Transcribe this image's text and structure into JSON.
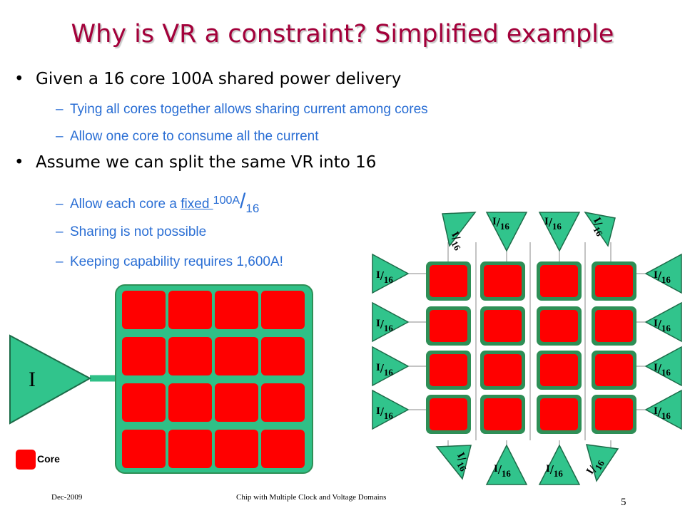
{
  "slide": {
    "title": "Why is VR a constraint? Simplified example",
    "bullets": {
      "b1": "Given a 16 core 100A shared power delivery",
      "b1_sub1": "Tying all cores together allows sharing current among cores",
      "b1_sub2": "Allow  one core to consume all the current",
      "b2": "Assume we can split the same VR into 16",
      "b2_sub1_prefix": "Allow each core a ",
      "b2_sub1_fixed": "fixed ",
      "b2_sub1_num": "100A",
      "b2_sub1_slash": "/",
      "b2_sub1_den": "16",
      "b2_sub2": "Sharing is not possible",
      "b2_sub3": "Keeping capability requires 1,600A!"
    },
    "bullet_glyph": "•",
    "dash_glyph": "–"
  },
  "diagram": {
    "vr_label": "I",
    "legend_label": "Core",
    "split_label_num": "I",
    "split_label_slash": "/",
    "split_label_den": "16",
    "colors": {
      "core": "#ff0000",
      "core_border": "#2e8f56",
      "package": "#2fc087",
      "package_border": "#2e8f56",
      "vr_fill": "#31c48c",
      "vr_stroke": "#1c6b48",
      "wire": "#8a8a8a"
    }
  },
  "footer": {
    "left": "Dec-2009",
    "center": "Chip with Multiple Clock and Voltage Domains",
    "page": "5"
  }
}
